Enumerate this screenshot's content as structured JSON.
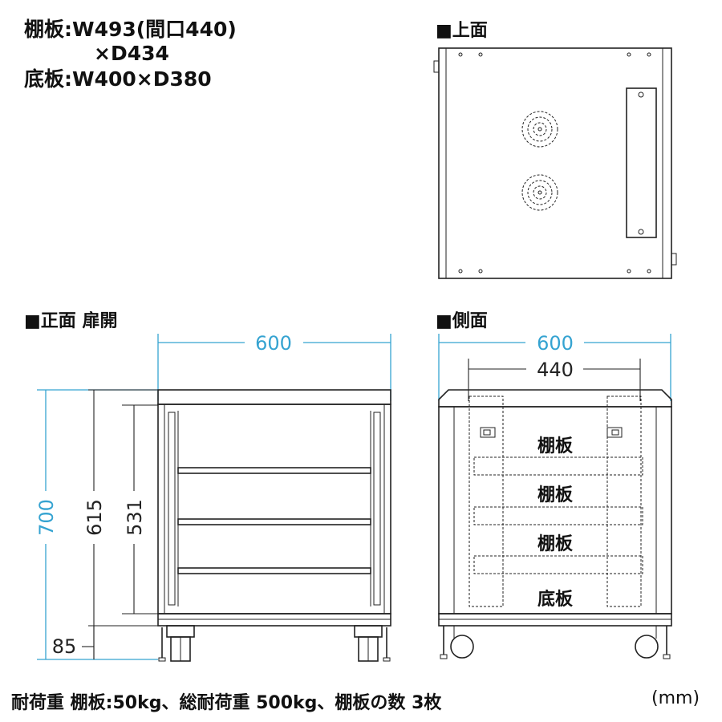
{
  "specs": {
    "shelf_line1": "棚板:W493(間口440)",
    "shelf_line2": "×D434",
    "base_line": "底板:W400×D380"
  },
  "views": {
    "top": "■上面",
    "front": "■正面 扉開",
    "side": "■側面"
  },
  "dimensions": {
    "front_width": "600",
    "side_width": "600",
    "inner_width": "440",
    "total_height": "700",
    "body_height": "615",
    "inner_height": "531",
    "base_height": "85"
  },
  "side_labels": [
    "棚板",
    "棚板",
    "棚板",
    "底板"
  ],
  "footer": {
    "load": "耐荷重 棚板:50kg、総耐荷重 500kg、棚板の数 3枚",
    "unit": "(mm)"
  },
  "colors": {
    "dimension_line": "#35a3d1",
    "drawing_line": "#222222",
    "text": "#111111"
  }
}
